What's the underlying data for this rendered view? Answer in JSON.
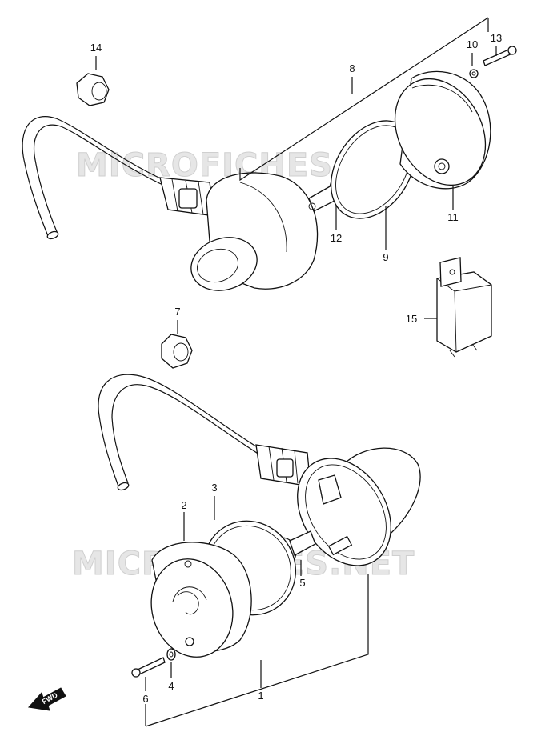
{
  "watermark": "MICROFICHES.NET",
  "callouts": [
    "1",
    "2",
    "3",
    "4",
    "5",
    "6",
    "7",
    "8",
    "9",
    "10",
    "11",
    "12",
    "13",
    "14",
    "15"
  ],
  "direction_label": "FWD"
}
